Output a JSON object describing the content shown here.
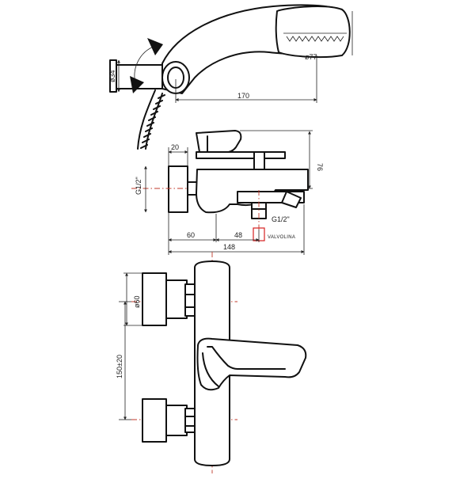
{
  "drawing": {
    "title": "",
    "dimensions": {
      "diameter_hand_shower": "ø77",
      "diameter_holder": "ø34",
      "hose_length": "170",
      "wall_offset": "20",
      "height_top": "76",
      "connection_left": "G1/2\"",
      "connection_right": "G1/2\"",
      "offset_60": "60",
      "offset_48": "48",
      "total_width": "148",
      "diameter_escutcheon": "ø60",
      "center_distance": "150±20"
    },
    "labels": {
      "valve": "VALVOLINA"
    },
    "colors": {
      "outline": "#111111",
      "centerline": "#c0392b",
      "valve_marker": "#d62020"
    }
  }
}
